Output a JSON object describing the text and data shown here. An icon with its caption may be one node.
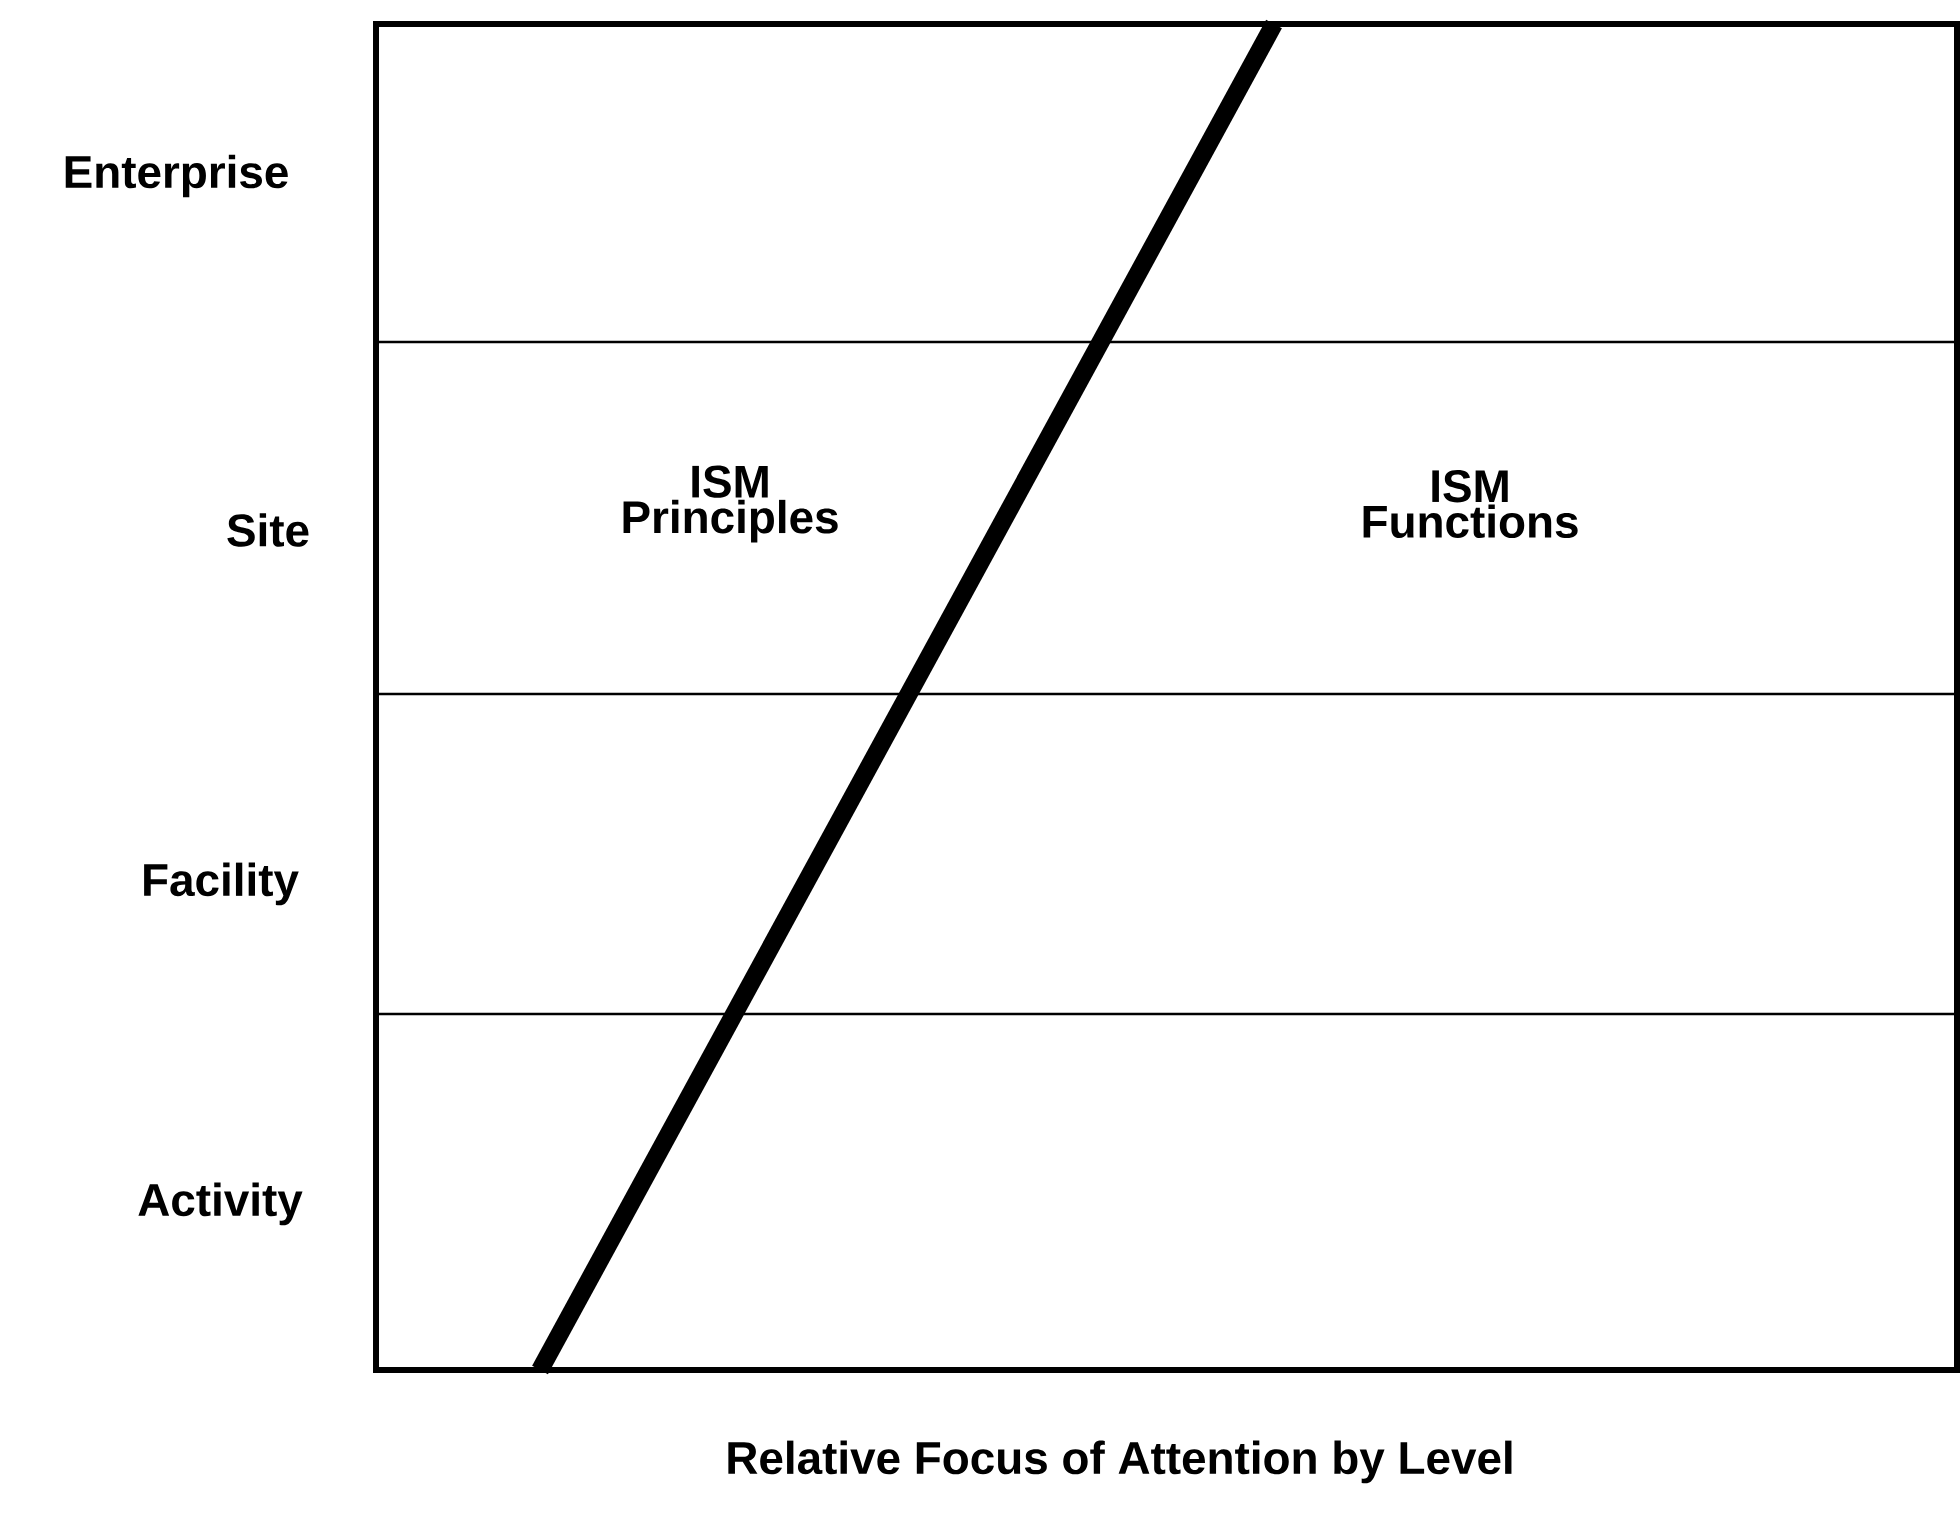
{
  "diagram": {
    "caption": "Relative Focus of Attention by Level",
    "labels": [
      "Enterprise",
      "Site",
      "ISM Principles",
      "ISM Functions",
      "Facility",
      "Activity"
    ]
  }
}
